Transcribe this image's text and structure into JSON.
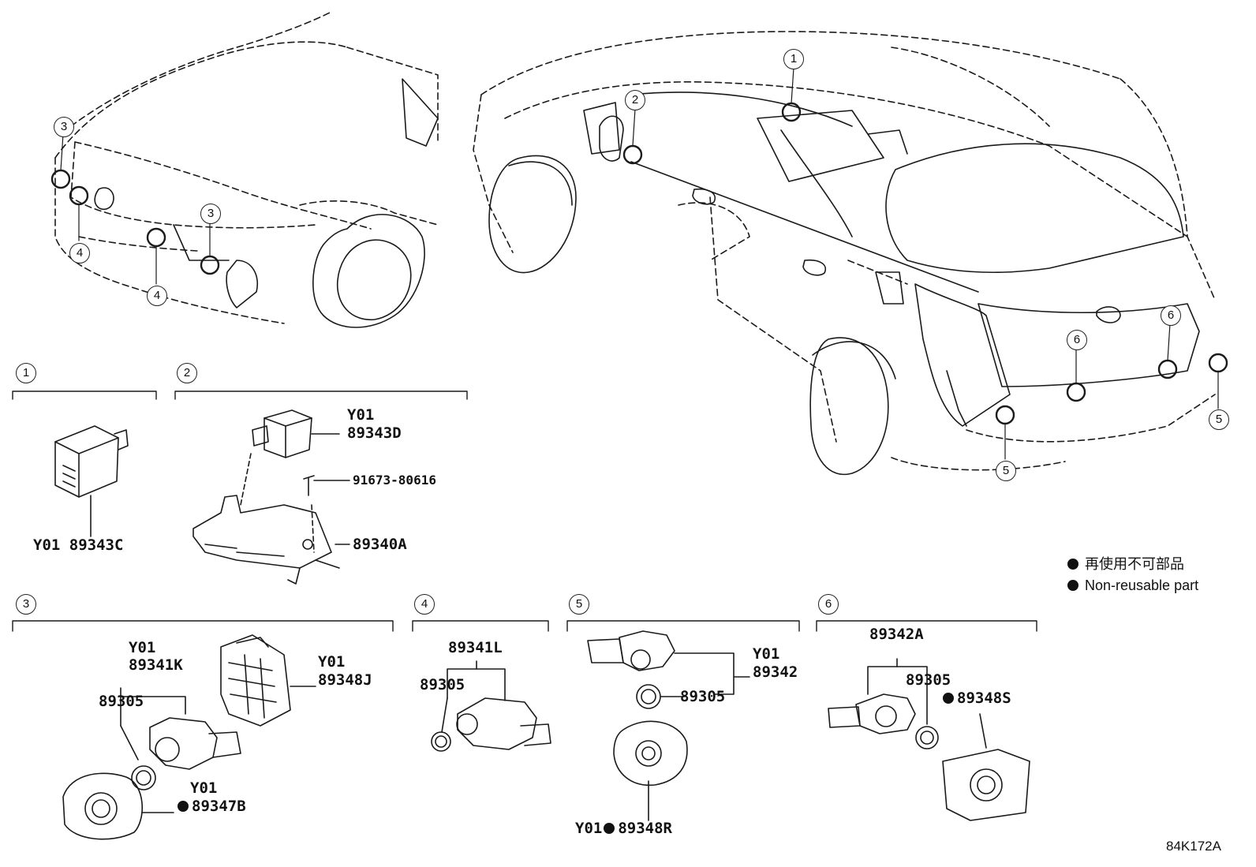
{
  "diagram_code": "84K172A",
  "legend": {
    "ja": "再使用不可部品",
    "en": "Non-reusable part"
  },
  "sections": [
    {
      "num": "1",
      "parts": [
        "Y01 89343C"
      ]
    },
    {
      "num": "2",
      "parts": [
        "Y01",
        "89343D",
        "91673-80616",
        "89340A"
      ]
    },
    {
      "num": "3",
      "parts": [
        "Y01",
        "89341K",
        "89305",
        "Y01",
        "89348J",
        "Y01",
        "89347B"
      ]
    },
    {
      "num": "4",
      "parts": [
        "89341L",
        "89305"
      ]
    },
    {
      "num": "5",
      "parts": [
        "Y01",
        "89342",
        "89305",
        "Y01",
        "89348R"
      ]
    },
    {
      "num": "6",
      "parts": [
        "89342A",
        "89305",
        "89348S"
      ]
    }
  ],
  "callouts": {
    "front": [
      "3",
      "4",
      "4",
      "3"
    ],
    "rear": [
      "1",
      "2",
      "6",
      "6",
      "5",
      "5"
    ]
  }
}
